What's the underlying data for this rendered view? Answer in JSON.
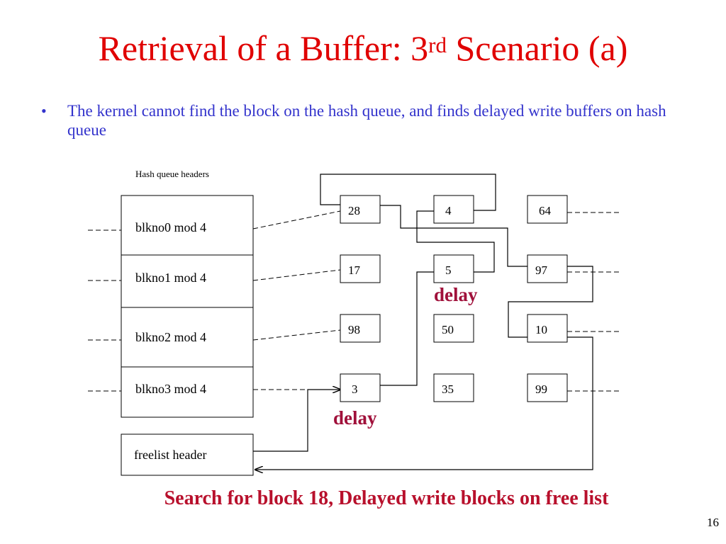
{
  "slide": {
    "title_main": "Retrieval of a Buffer: 3",
    "title_sup": "rd",
    "title_end": " Scenario (a)",
    "bullet_symbol": "•",
    "bullet_text": "The kernel cannot find the block on the hash queue, and finds delayed write buffers on hash queue",
    "caption": "Search for block 18, Delayed write blocks on free list",
    "page_number": "16"
  },
  "diagram": {
    "header_caption": "Hash queue headers",
    "headers": [
      "blkno0 mod 4",
      "blkno1 mod 4",
      "blkno2 mod 4",
      "blkno3 mod 4"
    ],
    "freelist_label": "freelist header",
    "queues": [
      [
        "28",
        "4",
        "64"
      ],
      [
        "17",
        "5",
        "97"
      ],
      [
        "98",
        "50",
        "10"
      ],
      [
        "3",
        "35",
        "99"
      ]
    ],
    "delay_label_1": "delay",
    "delay_label_2": "delay"
  }
}
